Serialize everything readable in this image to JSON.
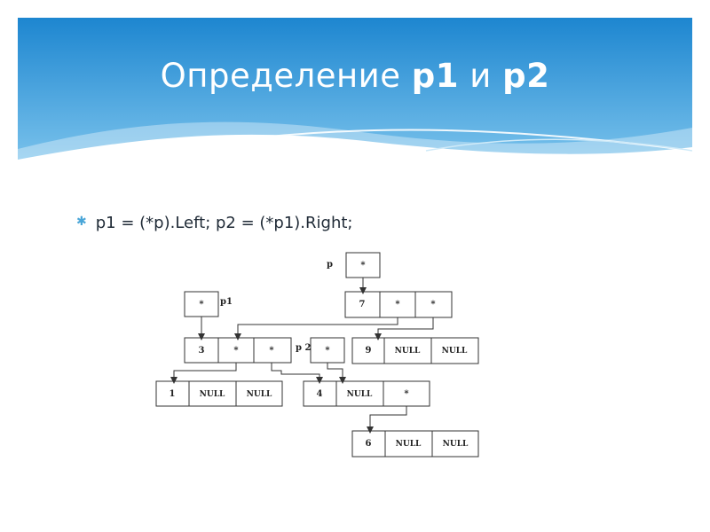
{
  "slide": {
    "title_prefix": "Определение ",
    "title_p1": "p1",
    "title_mid": " и ",
    "title_p2": "p2",
    "bullet_text": "p1 = (*p).Left; p2 = (*p1).Right;"
  },
  "diagram": {
    "pointer_labels": [
      "p",
      "p1",
      "p 2"
    ],
    "nodes": [
      {
        "id": "p_ptr",
        "cells": [
          "*"
        ]
      },
      {
        "id": "p1_ptr",
        "cells": [
          "*"
        ]
      },
      {
        "id": "p2_ptr",
        "cells": [
          "*"
        ]
      },
      {
        "id": "node7",
        "cells": [
          "7",
          "*",
          "*"
        ]
      },
      {
        "id": "node3",
        "cells": [
          "3",
          "*",
          "*"
        ]
      },
      {
        "id": "node9",
        "cells": [
          "9",
          "NULL",
          "NULL"
        ]
      },
      {
        "id": "node1",
        "cells": [
          "1",
          "NULL",
          "NULL"
        ]
      },
      {
        "id": "node4",
        "cells": [
          "4",
          "NULL",
          "*"
        ]
      },
      {
        "id": "node6",
        "cells": [
          "6",
          "NULL",
          "NULL"
        ]
      }
    ]
  },
  "colors": {
    "header_top": "#1d86d0",
    "header_bottom": "#8fd0f2",
    "wave": "#ffffff",
    "bullet_star": "#4aa6d8",
    "line": "#333333"
  }
}
